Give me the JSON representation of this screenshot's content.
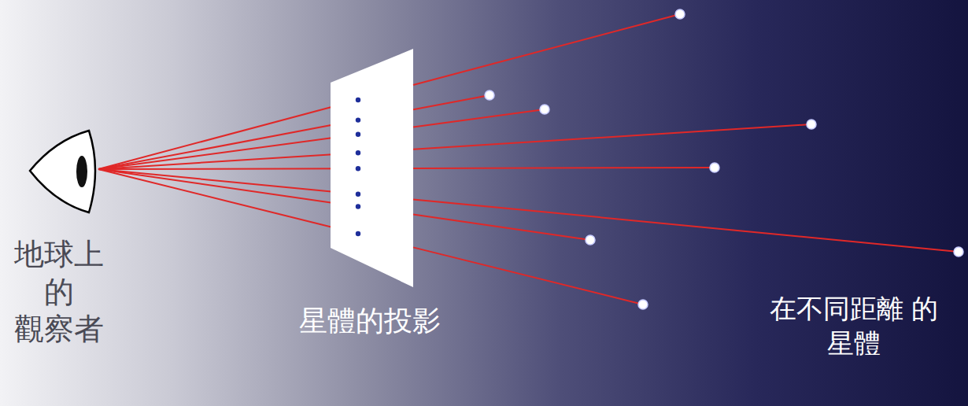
{
  "diagram": {
    "labels": [
      "地球上 的 觀察者",
      "星體的投影",
      "在不同距離 的 星體"
    ]
  }
}
